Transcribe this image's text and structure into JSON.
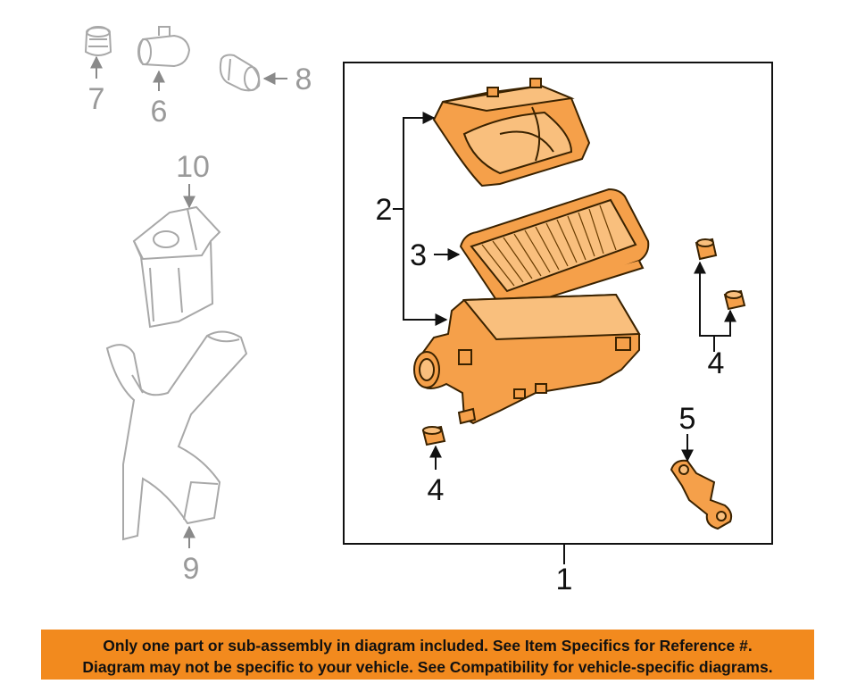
{
  "colors": {
    "part_fill": "#f5a04a",
    "part_fill_light": "#f9bf7d",
    "part_stroke": "#3a2200",
    "ghost_stroke": "#a8a8a8",
    "banner": "#f28a1e"
  },
  "callouts": {
    "c1": "1",
    "c2": "2",
    "c3": "3",
    "c4a": "4",
    "c4b": "4",
    "c5": "5",
    "c6": "6",
    "c7": "7",
    "c8": "8",
    "c9": "9",
    "c10": "10"
  },
  "disclaimer": {
    "line1": "Only one part or sub-assembly in diagram included. See Item Specifics for Reference #.",
    "line2": "Diagram may not be specific to your vehicle. See Compatibility for vehicle-specific diagrams."
  }
}
